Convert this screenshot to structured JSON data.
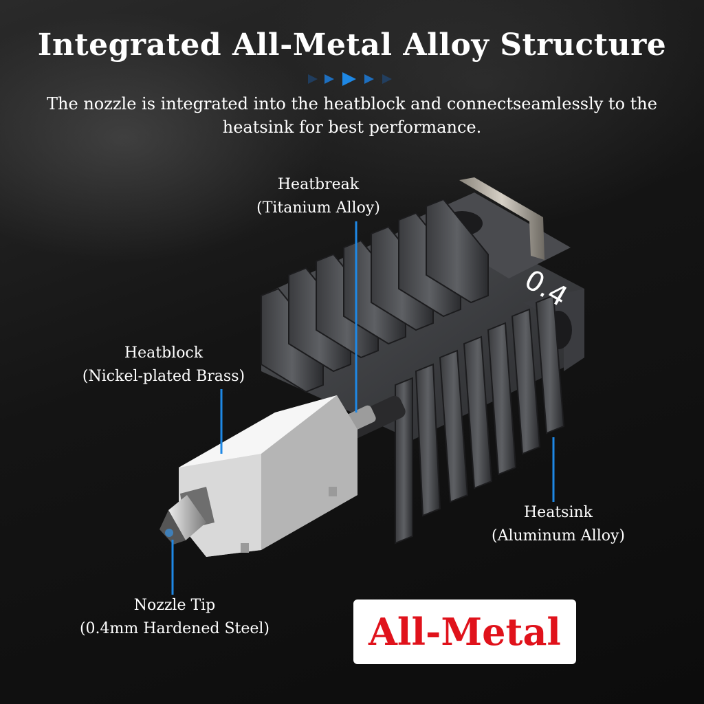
{
  "header": {
    "title": "Integrated All-Metal Alloy Structure",
    "subtitle": "The nozzle is integrated into the heatblock and connectseamlessly to the heatsink for best performance."
  },
  "callouts": {
    "heatbreak": {
      "name": "Heatbreak",
      "material": "(Titanium Alloy)"
    },
    "heatblock": {
      "name": "Heatblock",
      "material": "(Nickel-plated Brass)"
    },
    "heatsink": {
      "name": "Heatsink",
      "material": "(Aluminum Alloy)"
    },
    "nozzle_tip": {
      "name": "Nozzle Tip",
      "material": "(0.4mm Hardened Steel)"
    }
  },
  "product": {
    "size_marking": "0.4"
  },
  "badge": {
    "label": "All-Metal"
  },
  "colors": {
    "accent_blue": "#1e88e5",
    "badge_text": "#e0121b",
    "badge_bg": "#ffffff",
    "background": "#141414"
  }
}
